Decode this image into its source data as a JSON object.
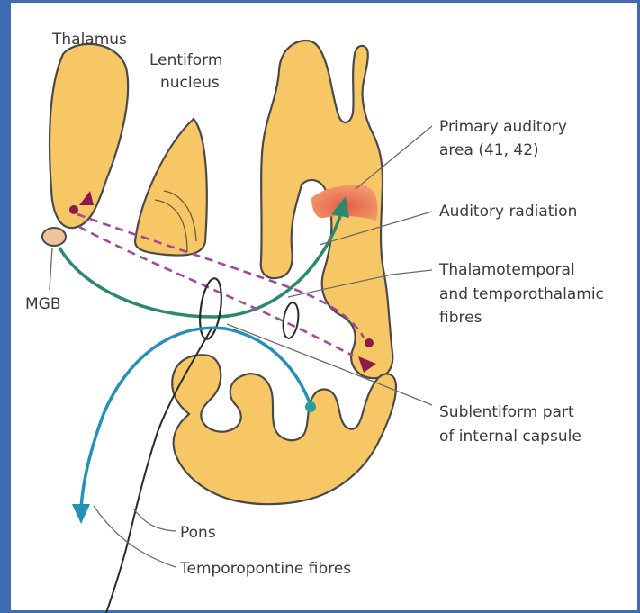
{
  "labels": {
    "thalamus": "Thalamus",
    "lentiform_line1": "Lentiform",
    "lentiform_line2": "nucleus",
    "primary_line1": "Primary auditory",
    "primary_line2": "area (41, 42)",
    "auditory_radiation": "Auditory radiation",
    "thalamo_line1": "Thalamotemporal",
    "thalamo_line2": "and temporothalamic",
    "thalamo_line3": "fibres",
    "mgb": "MGB",
    "sublent_line1": "Sublentiform part",
    "sublent_line2": "of internal capsule",
    "pons": "Pons",
    "temporopontine": "Temporopontine fibres"
  },
  "colors": {
    "frame": "#3f6bb3",
    "tissue": "#f7c766",
    "auditory_area": "#e8684e",
    "auditory_radiation": "#2a8a6e",
    "temporopontine": "#2590b8",
    "thalamotemporal": "#a04a9e",
    "arrowhead_dark": "#8e1a4a"
  }
}
